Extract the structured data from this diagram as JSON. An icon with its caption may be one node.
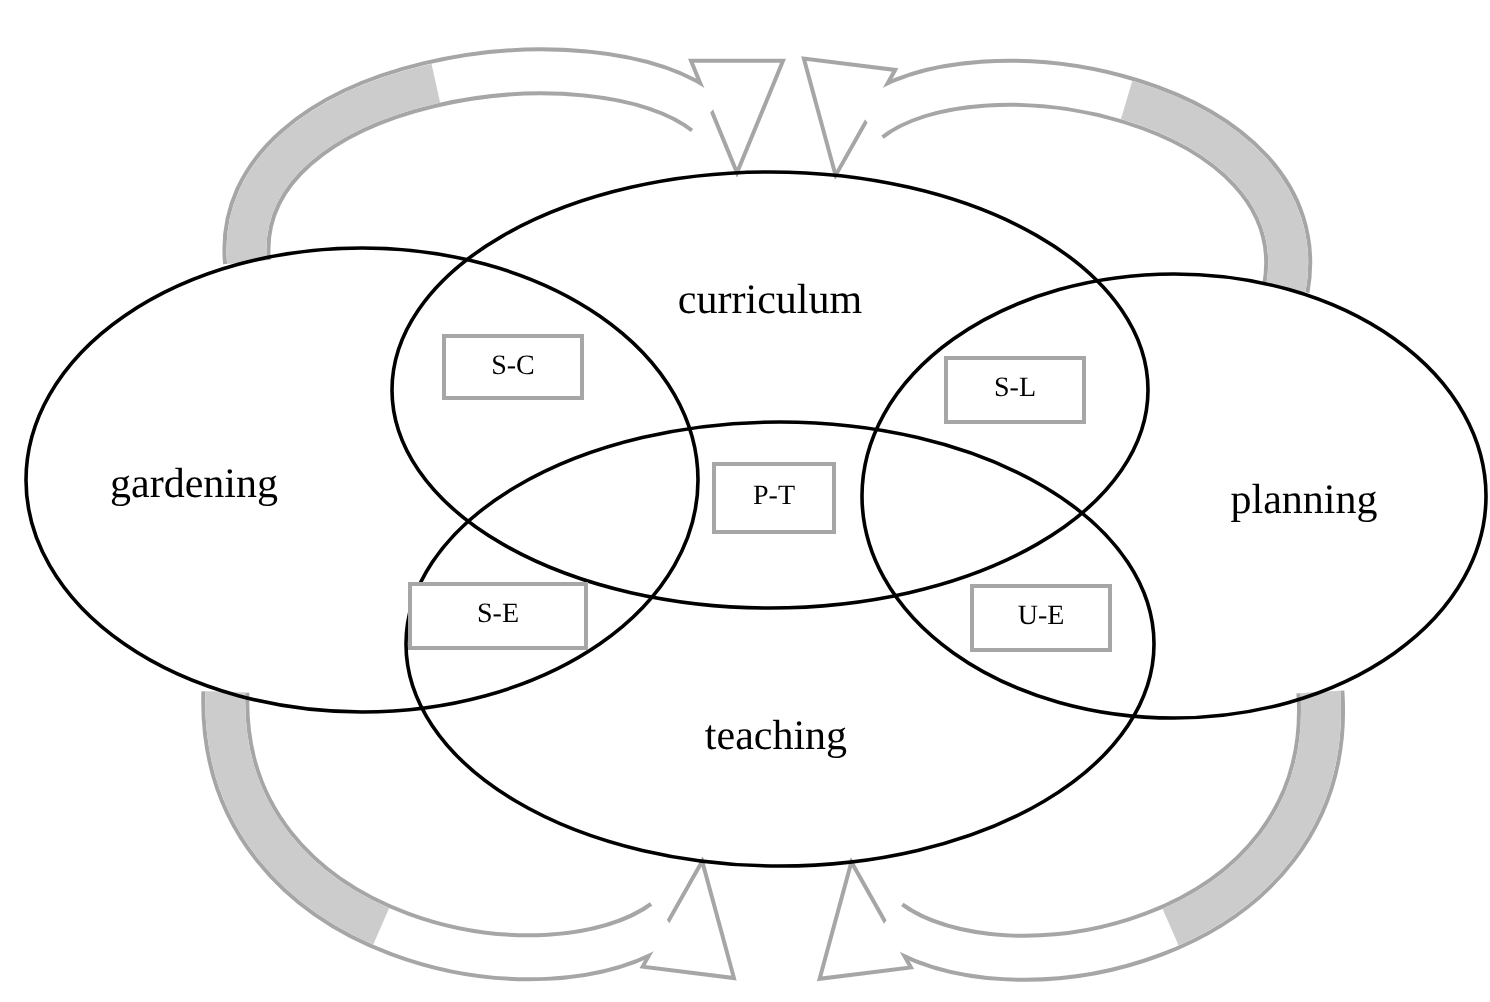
{
  "diagram": {
    "nodes": [
      {
        "text": [
          "curriculum"
        ]
      },
      {
        "text": [
          "gardening"
        ]
      },
      {
        "text": [
          "planning"
        ]
      },
      {
        "text": [
          "teaching"
        ]
      },
      {
        "text": [
          "S-C"
        ]
      },
      {
        "text": [
          "S-L"
        ]
      },
      {
        "text": [
          "P-T"
        ]
      },
      {
        "text": [
          "S-E"
        ]
      },
      {
        "text": [
          "U-E"
        ]
      }
    ],
    "edges": [
      {
        "from": 1,
        "to": 0,
        "arrow": "to"
      },
      {
        "from": 2,
        "to": 0,
        "arrow": "to"
      },
      {
        "from": 1,
        "to": 3,
        "arrow": "to"
      },
      {
        "from": 2,
        "to": 3,
        "arrow": "to"
      }
    ]
  }
}
